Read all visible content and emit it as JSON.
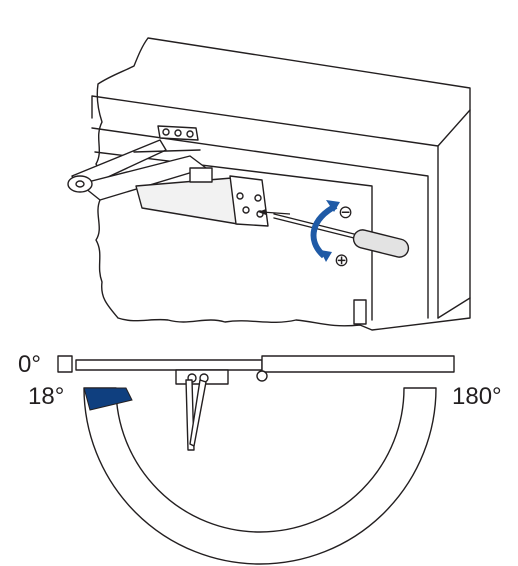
{
  "labels": {
    "angle_closed": "0°",
    "angle_min_stop": "18°",
    "angle_max": "180°"
  },
  "adjust_symbols": {
    "decrease": "⊖",
    "increase": "⊕"
  },
  "colors": {
    "line": "#231f20",
    "arrow_blue": "#1f5aa6",
    "stop_zone_fill": "#0f3f7f",
    "handle_fill": "#e3e3e3",
    "closer_body_fill": "#f2f2f2"
  },
  "icons": {
    "adjust_arrow": "curved-double-arrow",
    "tool": "screwdriver"
  }
}
